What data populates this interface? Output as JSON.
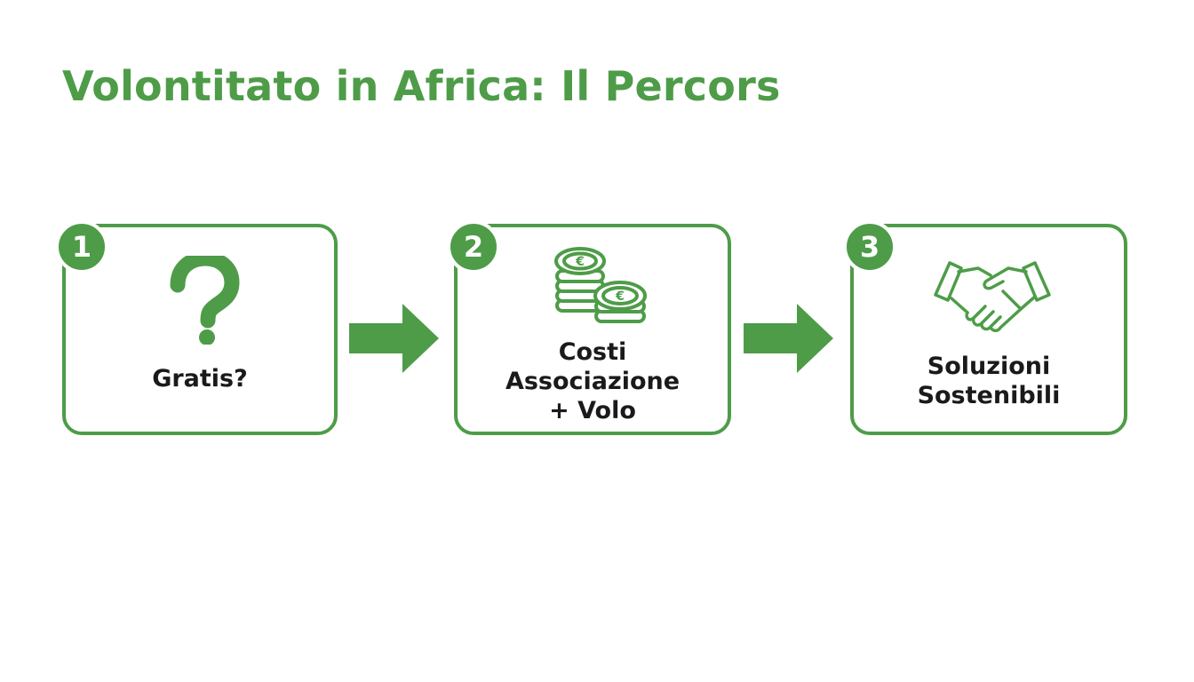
{
  "title": "Volontitato in Africa: Il Percors",
  "colors": {
    "accent": "#4e9c48",
    "text": "#1a1a1a",
    "background": "#ffffff"
  },
  "steps": [
    {
      "number": "1",
      "icon": "question-mark-icon",
      "label_lines": [
        "Gratis?"
      ]
    },
    {
      "number": "2",
      "icon": "euro-coins-icon",
      "label_lines": [
        "Costi",
        "Associazione",
        "+ Volo"
      ]
    },
    {
      "number": "3",
      "icon": "handshake-icon",
      "label_lines": [
        "Soluzioni",
        "Sostenibili"
      ]
    }
  ],
  "connectors": [
    "arrow-right-icon",
    "arrow-right-icon"
  ]
}
